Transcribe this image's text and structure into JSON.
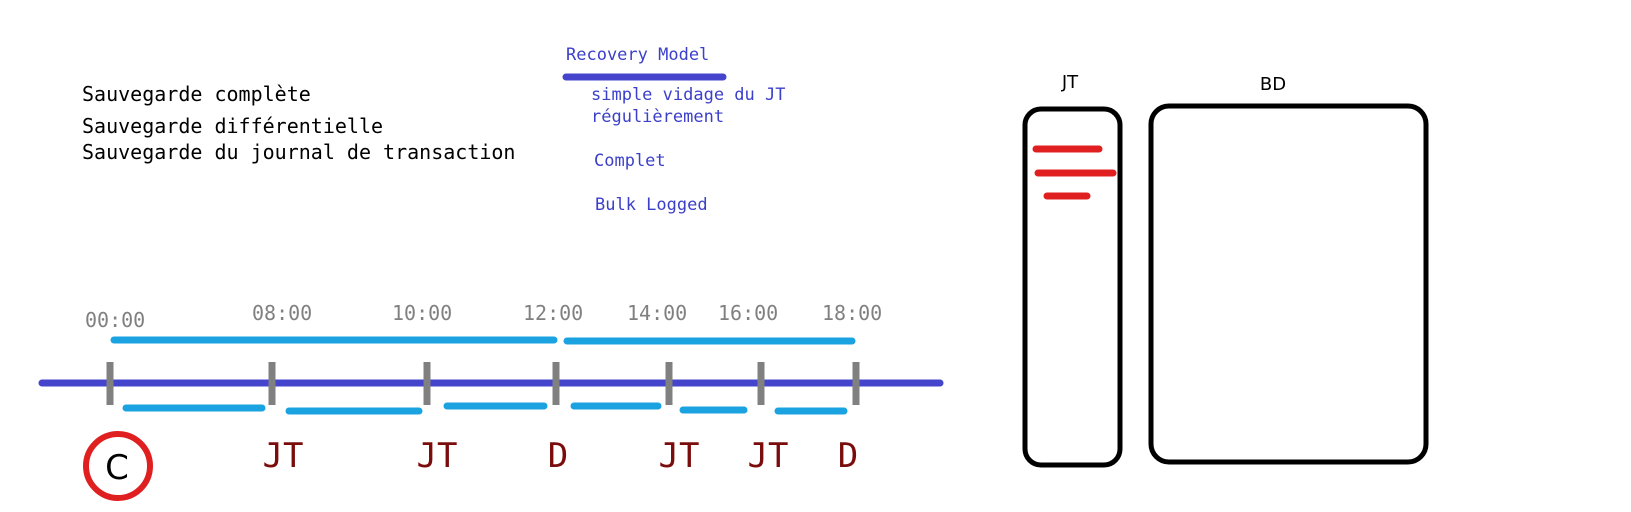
{
  "backup_types": {
    "full": "Sauvegarde complète",
    "differential": "Sauvegarde différentielle",
    "log": "Sauvegarde du journal de transaction"
  },
  "recovery_model": {
    "title": "Recovery Model",
    "simple_line1": "simple vidage du JT",
    "simple_line2": "régulièrement",
    "full": "Complet",
    "bulk": "Bulk Logged"
  },
  "timeline": {
    "times": [
      "00:00",
      "08:00",
      "10:00",
      "12:00",
      "14:00",
      "16:00",
      "18:00"
    ],
    "markers": [
      "C",
      "JT",
      "JT",
      "D",
      "JT",
      "JT",
      "D"
    ]
  },
  "storage": {
    "log_label": "JT",
    "db_label": "BD"
  },
  "colors": {
    "blue_text": "#3b3fc9",
    "timeline": "#4444cc",
    "span": "#1aa3e0",
    "tick": "#808080",
    "marker": "#7a0c0c",
    "red": "#e02020"
  }
}
